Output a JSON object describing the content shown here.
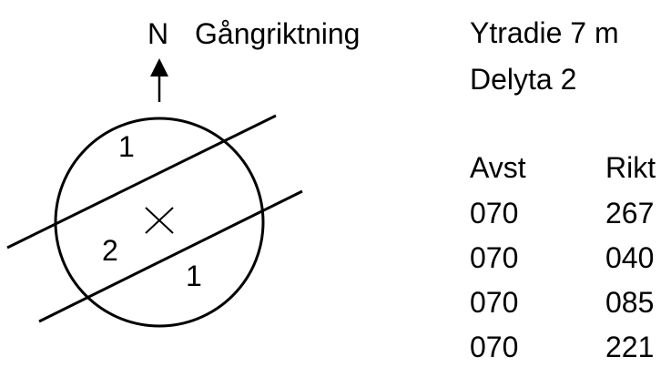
{
  "diagram": {
    "north_label": "N",
    "direction_label": "Gångriktning",
    "zones": [
      {
        "label": "1"
      },
      {
        "label": "2"
      },
      {
        "label": "1"
      }
    ]
  },
  "info": {
    "radius_label": "Ytradie 7 m",
    "subarea_label": "Delyta 2"
  },
  "table": {
    "headers": [
      "Avst",
      "Rikt"
    ],
    "rows": [
      [
        "070",
        "267"
      ],
      [
        "070",
        "040"
      ],
      [
        "070",
        "085"
      ],
      [
        "070",
        "221"
      ]
    ]
  }
}
